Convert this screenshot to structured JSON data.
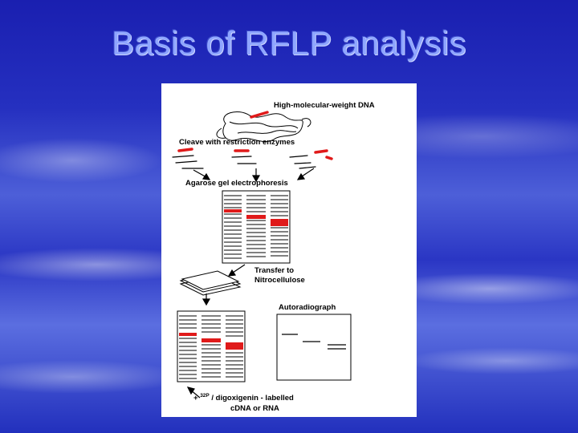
{
  "slide": {
    "title": "Basis of RFLP analysis"
  },
  "figure": {
    "labels": {
      "dna": "High-molecular-weight DNA",
      "cleave": "Cleave with restriction enzymes",
      "gel": "Agarose gel electrophoresis",
      "transfer_line1": "Transfer to",
      "transfer_line2": "Nitrocellulose",
      "autorad": "Autoradiograph",
      "probe_prefix": "+ ",
      "probe_sup": "32P",
      "probe_rest": " / digoxigenin  - labelled",
      "probe_line2": "cDNA or RNA"
    },
    "colors": {
      "highlight": "#e01a1a",
      "ink": "#000000"
    }
  }
}
